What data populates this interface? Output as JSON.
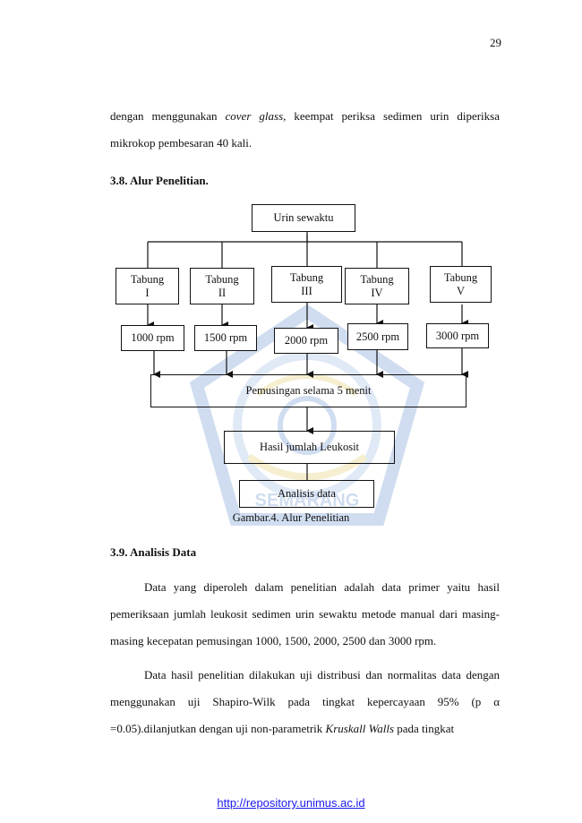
{
  "page_number": "29",
  "intro": {
    "p1_before": "dengan menggunakan ",
    "p1_italic": "cover glass,",
    "p1_after": " keempat periksa sedimen urin diperiksa mikrokop pembesaran 40 kali."
  },
  "section_38": {
    "title": "3.8. Alur Penelitian."
  },
  "flowchart": {
    "top": "Urin sewaktu",
    "tubes": [
      {
        "line1": "Tabung",
        "line2": "I",
        "rpm": "1000 rpm"
      },
      {
        "line1": "Tabung",
        "line2": "II",
        "rpm": "1500 rpm"
      },
      {
        "line1": "Tabung",
        "line2": "III",
        "rpm": "2000 rpm"
      },
      {
        "line1": "Tabung",
        "line2": "IV",
        "rpm": "2500 rpm"
      },
      {
        "line1": "Tabung",
        "line2": "V",
        "rpm": "3000 rpm"
      }
    ],
    "centrifuge": "Pemusingan selama 5 menit",
    "result": "Hasil jumlah Leukosit",
    "analysis": "Analisis data",
    "caption": "Gambar.4. Alur Penelitian"
  },
  "section_39": {
    "title": "3.9. Analisis Data",
    "p1": "Data yang diperoleh dalam penelitian adalah data primer yaitu hasil pemeriksaan jumlah leukosit sedimen urin sewaktu metode manual dari masing-masing kecepatan pemusingan 1000, 1500, 2000, 2500 dan 3000 rpm.",
    "p2_before": "Data hasil penelitian dilakukan uji distribusi dan normalitas data dengan menggunakan uji Shapiro-Wilk pada tingkat kepercayaan 95% (p α =0.05).dilanjutkan dengan uji non-parametrik ",
    "p2_italic": "Kruskall Walls",
    "p2_after": " pada tingkat"
  },
  "watermark_text": "SEMARANG",
  "footer": {
    "url": "http://repository.unimus.ac.id"
  },
  "colors": {
    "link": "#1a1aee",
    "watermark": "#7aa0d6"
  }
}
